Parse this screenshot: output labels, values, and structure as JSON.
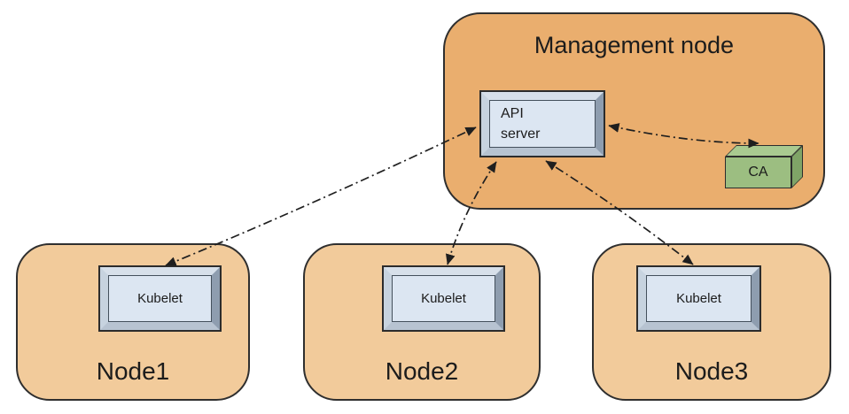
{
  "management_node": {
    "label": "Management node"
  },
  "api_server": {
    "label": "API server"
  },
  "ca": {
    "label": "CA"
  },
  "nodes": [
    {
      "label": "Node1",
      "component": "Kubelet"
    },
    {
      "label": "Node2",
      "component": "Kubelet"
    },
    {
      "label": "Node3",
      "component": "Kubelet"
    }
  ],
  "connections": [
    {
      "from": "API server",
      "to": "Kubelet (Node1)",
      "style": "dash-dot",
      "bidirectional": true
    },
    {
      "from": "API server",
      "to": "Kubelet (Node2)",
      "style": "dash-dot",
      "bidirectional": true
    },
    {
      "from": "API server",
      "to": "Kubelet (Node3)",
      "style": "dash-dot",
      "bidirectional": true
    },
    {
      "from": "API server",
      "to": "CA",
      "style": "dash-dot",
      "bidirectional": true
    }
  ],
  "colors": {
    "management_fill": "#EAAE6E",
    "worker_fill": "#F2CB9B",
    "box_face": "#DCE6F2",
    "bevel_light": "#D7E0EA",
    "bevel_dark": "#8E9DAF",
    "ca_front": "#9CBE81",
    "ca_top": "#A9CA90",
    "ca_side": "#7FA467",
    "outline": "#2F2F2F",
    "arrow": "#1F1F1F"
  }
}
